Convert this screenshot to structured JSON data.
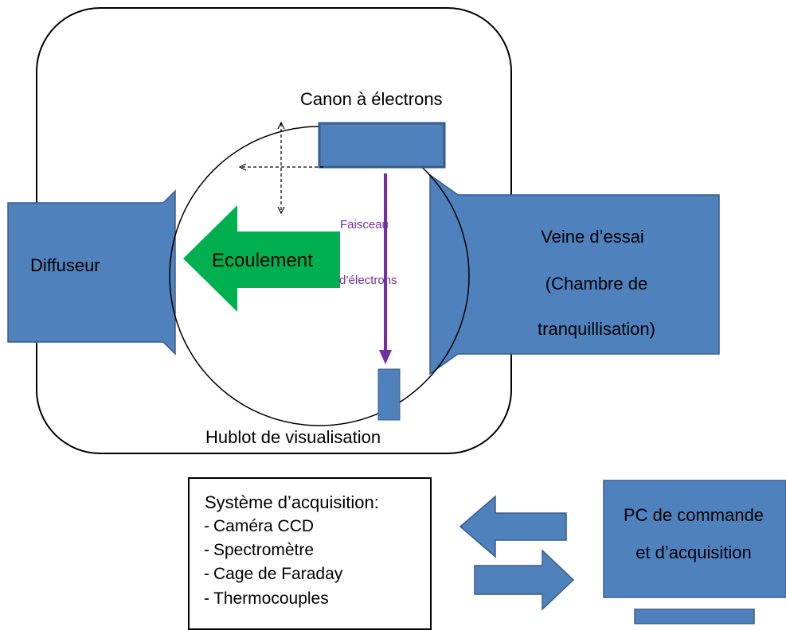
{
  "labels": {
    "electron_gun": "Canon à électrons",
    "diffuser": "Diffuseur",
    "flow": "Ecoulement",
    "beam_line1": "Faisceau",
    "beam_line2": "d’électrons",
    "test_section_line1": "Veine d’essai",
    "test_section_line2": "(Chambre de",
    "test_section_line3": "tranquillisation)",
    "viewport": "Hublot de visualisation",
    "pc_line1": "PC de commande",
    "pc_line2": "et d’acquisition"
  },
  "acquisition": {
    "title": "Système d’acquisition:",
    "items": [
      "Caméra CCD",
      "Spectromètre",
      "Cage de Faraday",
      "Thermocouples"
    ]
  },
  "colors": {
    "component_blue": "#4f81bd",
    "component_border": "#385d8a",
    "flow_green": "#00b050",
    "beam_purple": "#7030a0"
  }
}
